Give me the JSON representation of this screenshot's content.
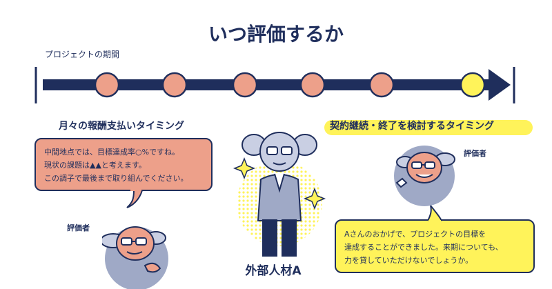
{
  "title": "いつ評価するか",
  "timeline": {
    "label": "プロジェクトの期間",
    "markers": [
      {
        "state": "monthly"
      },
      {
        "state": "monthly"
      },
      {
        "state": "monthly"
      },
      {
        "state": "monthly"
      },
      {
        "state": "monthly"
      },
      {
        "state": "end"
      }
    ]
  },
  "left": {
    "heading": "月々の報酬支払いタイミング",
    "bubble_lines": [
      "中間地点では、目標達成率○%ですね。",
      "現状の課題は▲▲と考えます。",
      "この調子で最後まで取り組んでください。"
    ],
    "evaluator_label": "評価者"
  },
  "right": {
    "heading": "契約継続・終了を検討するタイミング",
    "bubble_lines": [
      "Aさんのおかげで、プロジェクトの目標を",
      "達成することができました。来期についても、",
      "力を貸していただけないでしょうか。"
    ],
    "evaluator_label": "評価者"
  },
  "person_label": "外部人材A",
  "colors": {
    "navy": "#1f2e5c",
    "salmon": "#eda08a",
    "yellow": "#fff35a",
    "gray_blue": "#9fa9c6",
    "white": "#ffffff"
  }
}
